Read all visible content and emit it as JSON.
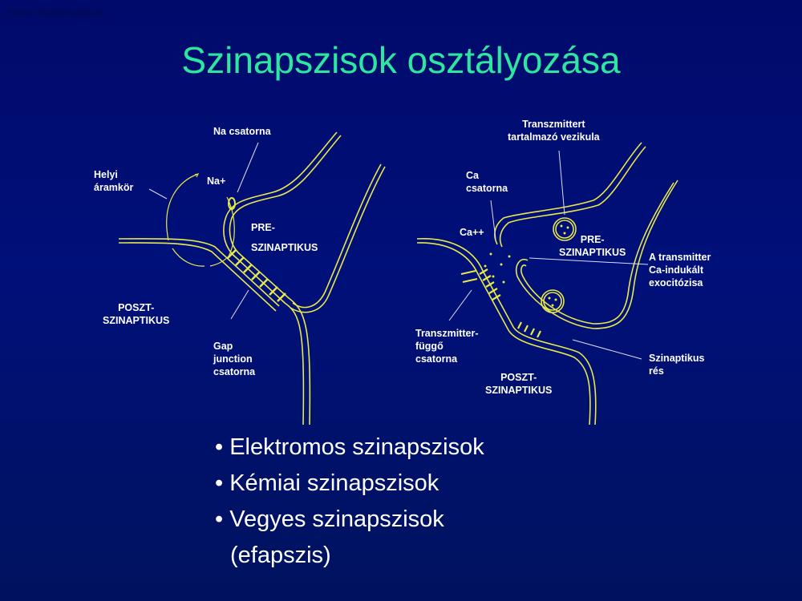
{
  "watermark": "Forrás: http://www.doksi.hu",
  "title": "Szinapszisok osztályozása",
  "left_diagram": {
    "na_channel": "Na csatorna",
    "local_circuit": [
      "Helyi",
      "áramkör"
    ],
    "na_ion": "Na+",
    "pre": [
      "PRE-",
      "SZINAPTIKUS"
    ],
    "post": [
      "POSZT-",
      "SZINAPTIKUS"
    ],
    "gap": [
      "Gap",
      "junction",
      "csatorna"
    ]
  },
  "right_diagram": {
    "vesicle": [
      "Transzmittert",
      "tartalmazó vezikula"
    ],
    "ca_channel": [
      "Ca",
      "csatorna"
    ],
    "ca_ion": "Ca++",
    "pre": [
      "PRE-",
      "SZINAPTIKUS"
    ],
    "exocytosis": [
      "A transmitter",
      "Ca-indukált",
      "exocitózisa"
    ],
    "transmitter_channel": [
      "Transzmitter-",
      "függő",
      "csatorna"
    ],
    "cleft": [
      "Szinaptikus",
      "rés"
    ],
    "post": [
      "POSZT-",
      "SZINAPTIKUS"
    ]
  },
  "bullets": [
    "• Elektromos szinapszisok",
    "• Kémiai szinapszisok",
    "• Vegyes szinapszisok",
    "(efapszis)"
  ],
  "colors": {
    "title": "#2ee6a0",
    "membrane": "#e8e84a",
    "text": "#ffffff"
  }
}
